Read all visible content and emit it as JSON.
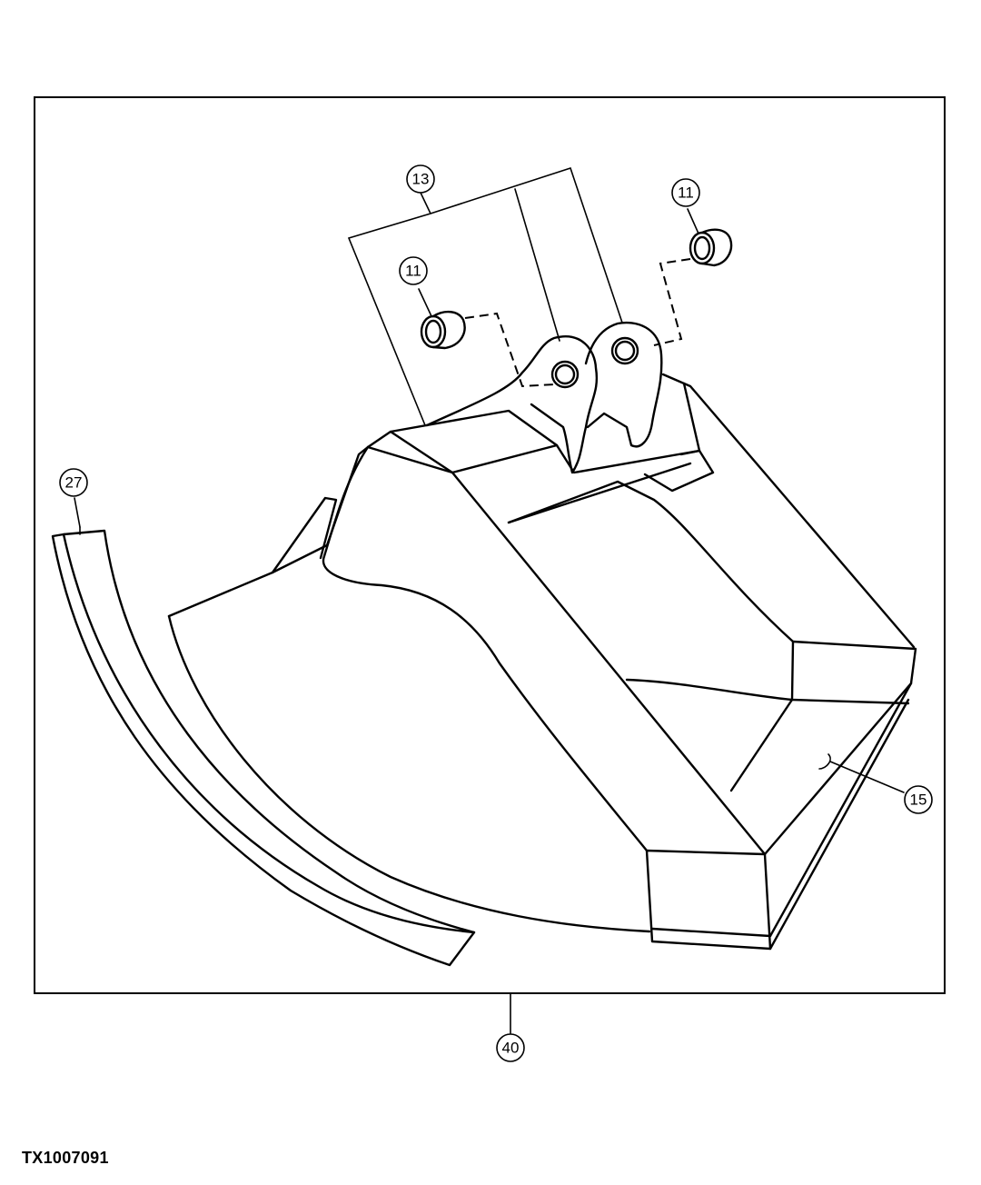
{
  "callouts": {
    "bushing_right": "11",
    "bushing_left": "11",
    "bracket": "13",
    "wear_strip": "27",
    "pin_hole_label": "15",
    "bucket_assembly": "40"
  },
  "figure_code": "TX1007091"
}
